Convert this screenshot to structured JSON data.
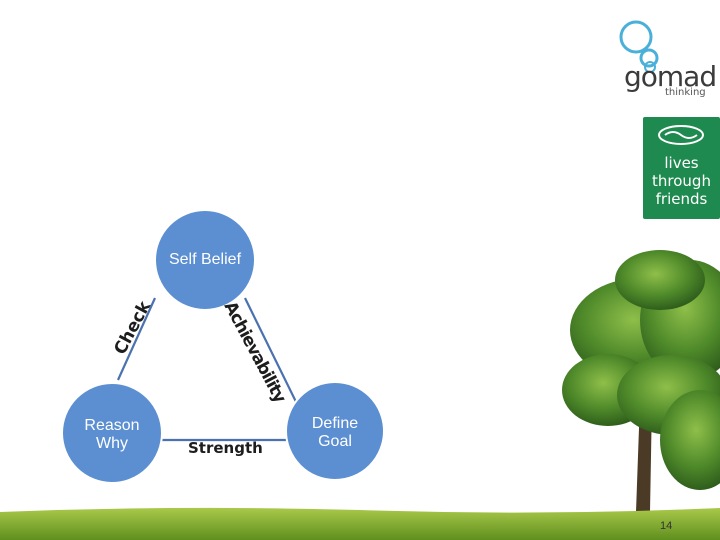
{
  "logo": {
    "brand": "gomad",
    "tagline": "thinking"
  },
  "badge": {
    "lines": [
      "lives",
      "through",
      "friends"
    ]
  },
  "diagram": {
    "nodes": {
      "top": "Self Belief",
      "left": "Reason Why",
      "right": "Define Goal"
    },
    "edges": {
      "left_edge": "Check",
      "right_edge": "Achievability",
      "bottom_edge": "Strength"
    }
  },
  "slide": {
    "page_number": "14"
  },
  "colors": {
    "node_fill": "#5b8fd1",
    "node_stroke": "#ffffff",
    "edge": "#4a72b0",
    "badge": "#1f8a4f"
  }
}
